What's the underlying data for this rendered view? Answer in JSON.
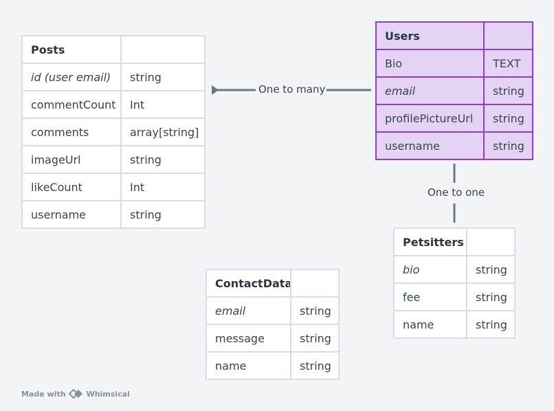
{
  "entities": {
    "posts": {
      "title": "Posts",
      "fields": [
        {
          "name": "id (user email)",
          "type": "string"
        },
        {
          "name": "commentCount",
          "type": "Int"
        },
        {
          "name": "comments",
          "type": "array[string]"
        },
        {
          "name": "imageUrl",
          "type": "string"
        },
        {
          "name": "likeCount",
          "type": "Int"
        },
        {
          "name": "username",
          "type": "string"
        }
      ]
    },
    "users": {
      "title": "Users",
      "fields": [
        {
          "name": "Bio",
          "type": "TEXT"
        },
        {
          "name": "email",
          "type": "string"
        },
        {
          "name": "profilePictureUrl",
          "type": "string"
        },
        {
          "name": "username",
          "type": "string"
        }
      ]
    },
    "petsitters": {
      "title": "Petsitters",
      "fields": [
        {
          "name": "bio",
          "type": "string"
        },
        {
          "name": "fee",
          "type": "string"
        },
        {
          "name": "name",
          "type": "string"
        }
      ]
    },
    "contactdata": {
      "title": "ContactData",
      "fields": [
        {
          "name": "email",
          "type": "string"
        },
        {
          "name": "message",
          "type": "string"
        },
        {
          "name": "name",
          "type": "string"
        }
      ]
    }
  },
  "relations": {
    "posts_users": "One to many",
    "users_petsitters": "One to one"
  },
  "footer": {
    "made_with": "Made with",
    "brand": "Whimsical"
  },
  "colors": {
    "highlight_border": "#8f3fc6",
    "highlight_fill": "#e5d3f6",
    "connector": "#6b7787"
  }
}
